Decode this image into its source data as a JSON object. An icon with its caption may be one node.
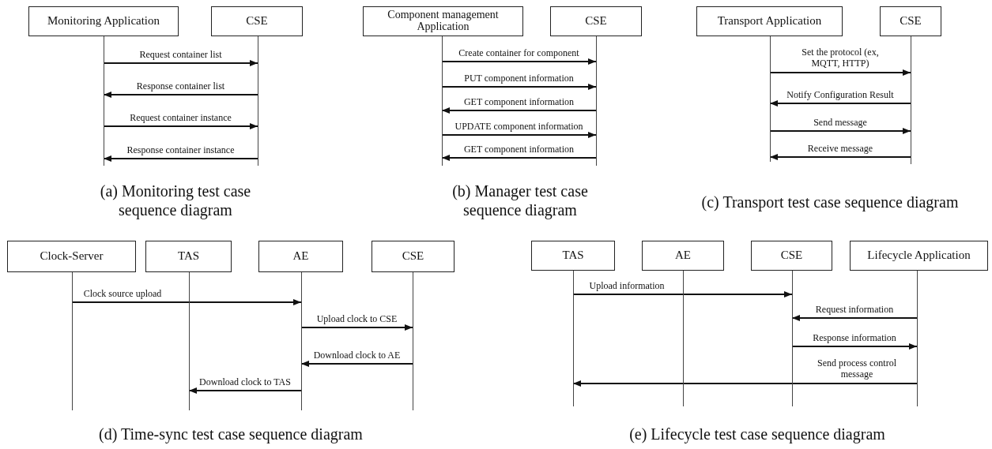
{
  "diagram": {
    "nodes": [
      {
        "text": [
          "Monitoring Application"
        ]
      },
      {
        "text": [
          "CSE"
        ]
      },
      {
        "text": [],
        "shape": "line"
      },
      {
        "text": [],
        "shape": "line"
      },
      {
        "text": [
          "Component management Application"
        ]
      },
      {
        "text": [
          "CSE"
        ]
      },
      {
        "text": [],
        "shape": "line"
      },
      {
        "text": [],
        "shape": "line"
      },
      {
        "text": [
          "Transport Application"
        ]
      },
      {
        "text": [
          "CSE"
        ]
      },
      {
        "text": [],
        "shape": "line"
      },
      {
        "text": [],
        "shape": "line"
      },
      {
        "text": [
          "Clock-Server"
        ]
      },
      {
        "text": [
          "TAS"
        ]
      },
      {
        "text": [
          "AE"
        ]
      },
      {
        "text": [
          "CSE"
        ]
      },
      {
        "text": [],
        "shape": "line"
      },
      {
        "text": [],
        "shape": "line"
      },
      {
        "text": [],
        "shape": "line"
      },
      {
        "text": [],
        "shape": "line"
      },
      {
        "text": [
          "TAS"
        ]
      },
      {
        "text": [
          "AE"
        ]
      },
      {
        "text": [
          "CSE"
        ]
      },
      {
        "text": [
          "Lifecycle Application"
        ]
      },
      {
        "text": [],
        "shape": "line"
      },
      {
        "text": [],
        "shape": "line"
      },
      {
        "text": [],
        "shape": "line"
      },
      {
        "text": [],
        "shape": "line"
      }
    ],
    "edges": [
      {
        "from": 2,
        "to": 3,
        "arrow": "to",
        "label": "Request container list"
      },
      {
        "from": 3,
        "to": 2,
        "arrow": "to",
        "label": "Response container list"
      },
      {
        "from": 2,
        "to": 3,
        "arrow": "to",
        "label": "Request container instance"
      },
      {
        "from": 3,
        "to": 2,
        "arrow": "to",
        "label": "Response container instance"
      },
      {
        "from": 6,
        "to": 7,
        "arrow": "to",
        "label": "Create container for component"
      },
      {
        "from": 6,
        "to": 7,
        "arrow": "to",
        "label": "PUT component information"
      },
      {
        "from": 7,
        "to": 6,
        "arrow": "to",
        "label": "GET component information"
      },
      {
        "from": 6,
        "to": 7,
        "arrow": "to",
        "label": "UPDATE component information"
      },
      {
        "from": 7,
        "to": 6,
        "arrow": "to",
        "label": "GET component information"
      },
      {
        "from": 10,
        "to": 11,
        "arrow": "to",
        "label": "Set the protocol (ex, MQTT, HTTP)"
      },
      {
        "from": 11,
        "to": 10,
        "arrow": "to",
        "label": "Notify Configuration Result"
      },
      {
        "from": 10,
        "to": 11,
        "arrow": "to",
        "label": "Send message"
      },
      {
        "from": 11,
        "to": 10,
        "arrow": "to",
        "label": "Receive message"
      },
      {
        "from": 16,
        "to": 18,
        "arrow": "to",
        "label": "Clock source upload"
      },
      {
        "from": 18,
        "to": 19,
        "arrow": "to",
        "label": "Upload clock to CSE"
      },
      {
        "from": 19,
        "to": 18,
        "arrow": "to",
        "label": "Download clock to AE"
      },
      {
        "from": 18,
        "to": 17,
        "arrow": "to",
        "label": "Download clock to TAS"
      },
      {
        "from": 24,
        "to": 26,
        "arrow": "to",
        "label": "Upload information"
      },
      {
        "from": 27,
        "to": 26,
        "arrow": "to",
        "label": "Request information"
      },
      {
        "from": 26,
        "to": 27,
        "arrow": "to",
        "label": "Response information"
      },
      {
        "from": 27,
        "to": 24,
        "arrow": "to",
        "label": "Send process control message"
      }
    ],
    "labels": [
      "(a) Monitoring test case sequence diagram",
      "(b) Manager test case sequence diagram",
      "(c) Transport test case sequence diagram",
      "(d) Time-sync test case sequence diagram",
      "(e) Lifecycle test case sequence diagram"
    ]
  }
}
